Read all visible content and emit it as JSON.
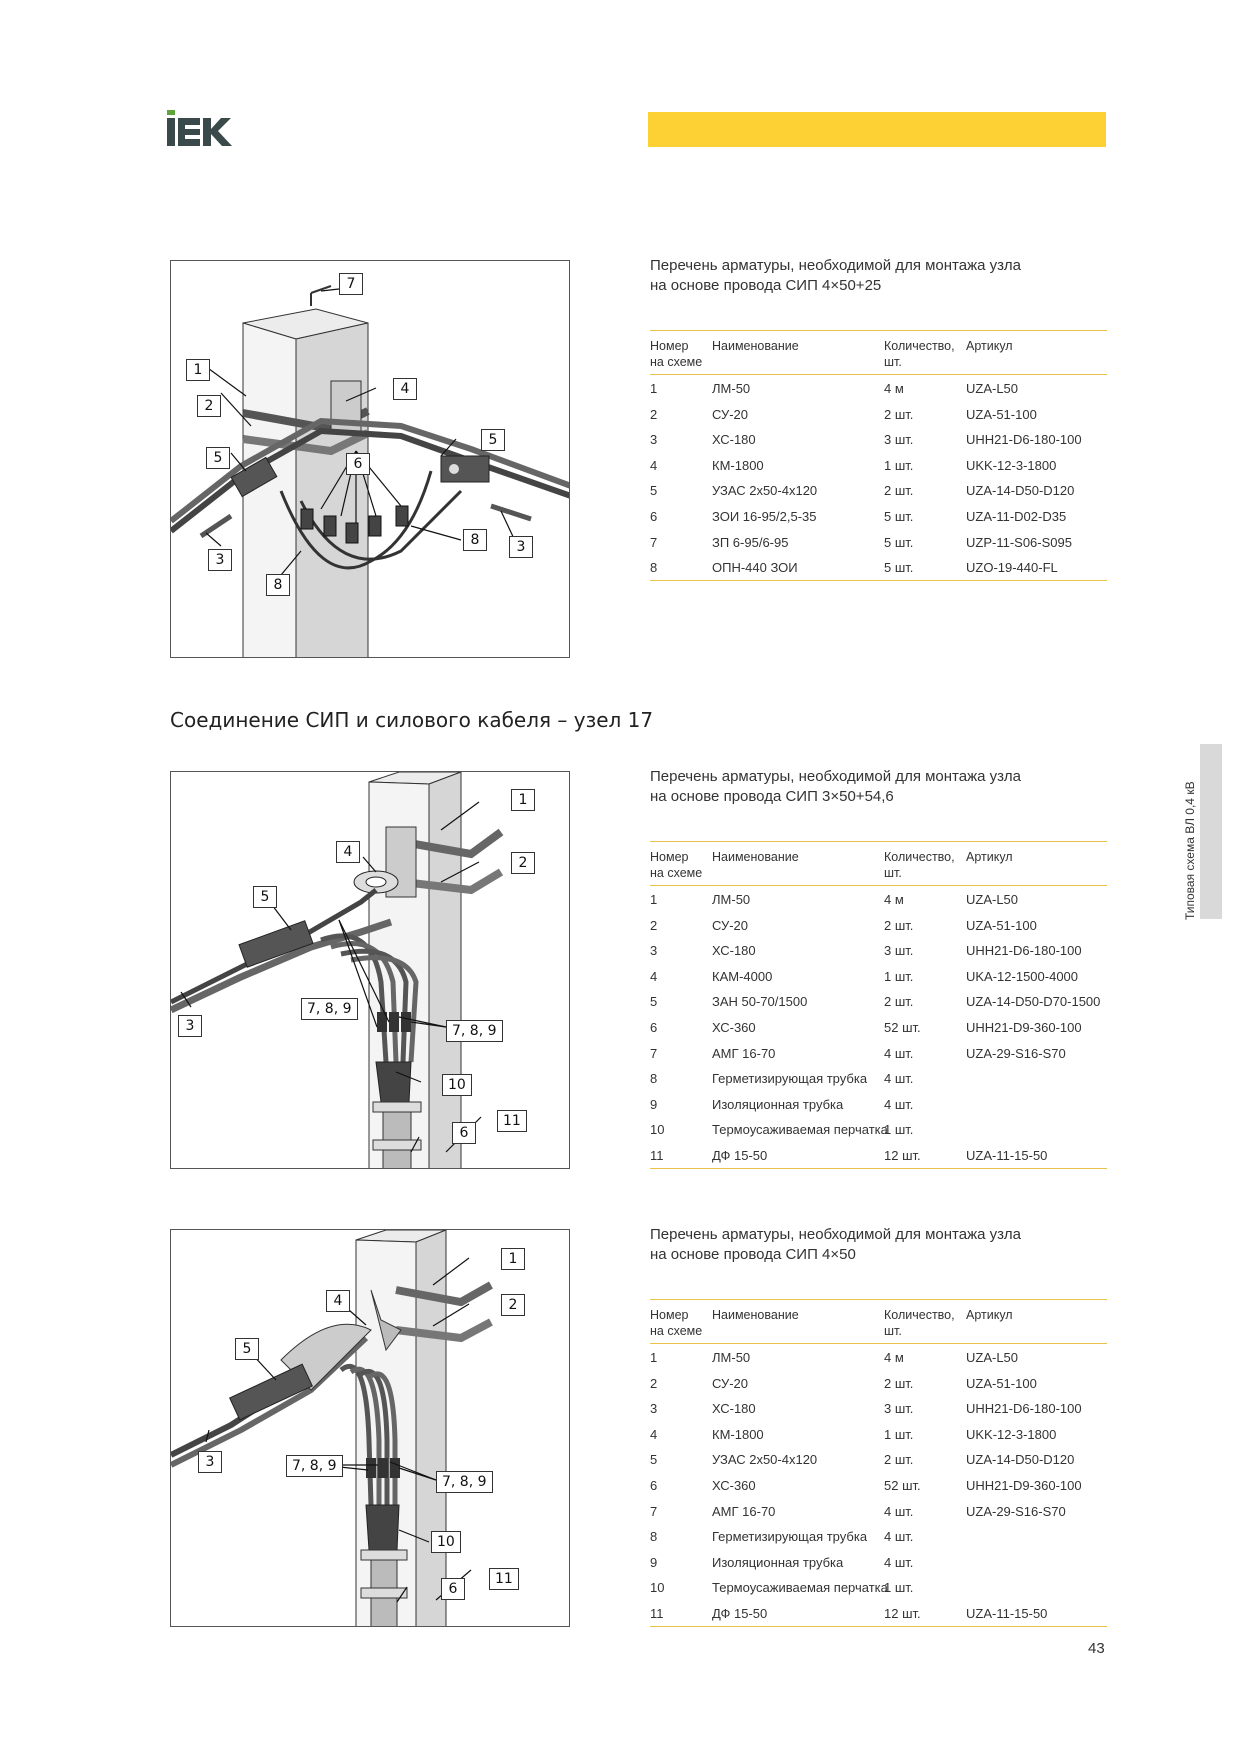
{
  "brand": {
    "logo_text": "IEK",
    "accent_color": "#fdd033"
  },
  "section_title": "Соединение СИП и силового кабеля – узел 17",
  "side_tab_text": "Типовая схема ВЛ 0,4 кВ",
  "page_number": "43",
  "table_headers": {
    "number_line1": "Номер",
    "number_line2": "на схеме",
    "name": "Наименование",
    "qty_line1": "Количество,",
    "qty_line2": "шт.",
    "article": "Артикул"
  },
  "figures": [
    {
      "callouts": [
        "7",
        "1",
        "4",
        "2",
        "5",
        "5",
        "6",
        "3",
        "8",
        "3",
        "8"
      ]
    },
    {
      "callouts": [
        "1",
        "4",
        "2",
        "5",
        "7, 8, 9",
        "3",
        "7, 8, 9",
        "10",
        "11",
        "6"
      ]
    },
    {
      "callouts": [
        "1",
        "4",
        "2",
        "5",
        "3",
        "7, 8, 9",
        "7, 8, 9",
        "10",
        "11",
        "6"
      ]
    }
  ],
  "tables": [
    {
      "title_line1": "Перечень арматуры, необходимой для монтажа узла",
      "title_line2": "на основе провода СИП 4×50+25",
      "rows": [
        {
          "num": "1",
          "name": "ЛМ-50",
          "qty": "4 м",
          "article": "UZA-L50"
        },
        {
          "num": "2",
          "name": "СУ-20",
          "qty": "2 шт.",
          "article": "UZA-51-100"
        },
        {
          "num": "3",
          "name": "ХС-180",
          "qty": "3 шт.",
          "article": "UHH21-D6-180-100"
        },
        {
          "num": "4",
          "name": "КМ-1800",
          "qty": "1 шт.",
          "article": "UKK-12-3-1800"
        },
        {
          "num": "5",
          "name": "УЗАС 2х50-4х120",
          "qty": "2 шт.",
          "article": "UZA-14-D50-D120"
        },
        {
          "num": "6",
          "name": "ЗОИ 16-95/2,5-35",
          "qty": "5 шт.",
          "article": "UZA-11-D02-D35"
        },
        {
          "num": "7",
          "name": "ЗП 6-95/6-95",
          "qty": "5 шт.",
          "article": "UZP-11-S06-S095"
        },
        {
          "num": "8",
          "name": "ОПН-440 ЗОИ",
          "qty": "5 шт.",
          "article": "UZO-19-440-FL"
        }
      ]
    },
    {
      "title_line1": "Перечень арматуры, необходимой для монтажа узла",
      "title_line2": "на основе провода СИП 3×50+54,6",
      "rows": [
        {
          "num": "1",
          "name": "ЛМ-50",
          "qty": "4 м",
          "article": "UZA-L50"
        },
        {
          "num": "2",
          "name": "СУ-20",
          "qty": "2 шт.",
          "article": "UZA-51-100"
        },
        {
          "num": "3",
          "name": "ХС-180",
          "qty": "3 шт.",
          "article": "UHH21-D6-180-100"
        },
        {
          "num": "4",
          "name": "КАМ-4000",
          "qty": "1 шт.",
          "article": "UKA-12-1500-4000"
        },
        {
          "num": "5",
          "name": "ЗАН 50-70/1500",
          "qty": "2 шт.",
          "article": "UZA-14-D50-D70-1500"
        },
        {
          "num": "6",
          "name": "ХС-360",
          "qty": "52 шт.",
          "article": "UHH21-D9-360-100"
        },
        {
          "num": "7",
          "name": "АМГ 16-70",
          "qty": "4 шт.",
          "article": "UZA-29-S16-S70"
        },
        {
          "num": "8",
          "name": "Герметизирующая трубка",
          "qty": "4 шт.",
          "article": ""
        },
        {
          "num": "9",
          "name": "Изоляционная трубка",
          "qty": "4 шт.",
          "article": ""
        },
        {
          "num": "10",
          "name": "Термоусаживаемая перчатка",
          "qty": "1 шт.",
          "article": ""
        },
        {
          "num": "11",
          "name": "ДФ 15-50",
          "qty": "12 шт.",
          "article": "UZA-11-15-50"
        }
      ]
    },
    {
      "title_line1": "Перечень арматуры, необходимой для монтажа узла",
      "title_line2": "на основе провода СИП 4×50",
      "rows": [
        {
          "num": "1",
          "name": "ЛМ-50",
          "qty": "4 м",
          "article": "UZA-L50"
        },
        {
          "num": "2",
          "name": "СУ-20",
          "qty": "2 шт.",
          "article": "UZA-51-100"
        },
        {
          "num": "3",
          "name": "ХС-180",
          "qty": "3 шт.",
          "article": "UHH21-D6-180-100"
        },
        {
          "num": "4",
          "name": "КМ-1800",
          "qty": "1 шт.",
          "article": "UKK-12-3-1800"
        },
        {
          "num": "5",
          "name": "УЗАС 2х50-4х120",
          "qty": "2 шт.",
          "article": "UZA-14-D50-D120"
        },
        {
          "num": "6",
          "name": "ХС-360",
          "qty": "52 шт.",
          "article": "UHH21-D9-360-100"
        },
        {
          "num": "7",
          "name": "АМГ 16-70",
          "qty": "4 шт.",
          "article": "UZA-29-S16-S70"
        },
        {
          "num": "8",
          "name": "Герметизирующая трубка",
          "qty": "4 шт.",
          "article": ""
        },
        {
          "num": "9",
          "name": "Изоляционная трубка",
          "qty": "4 шт.",
          "article": ""
        },
        {
          "num": "10",
          "name": "Термоусаживаемая перчатка",
          "qty": "1 шт.",
          "article": ""
        },
        {
          "num": "11",
          "name": "ДФ 15-50",
          "qty": "12 шт.",
          "article": "UZA-11-15-50"
        }
      ]
    }
  ]
}
